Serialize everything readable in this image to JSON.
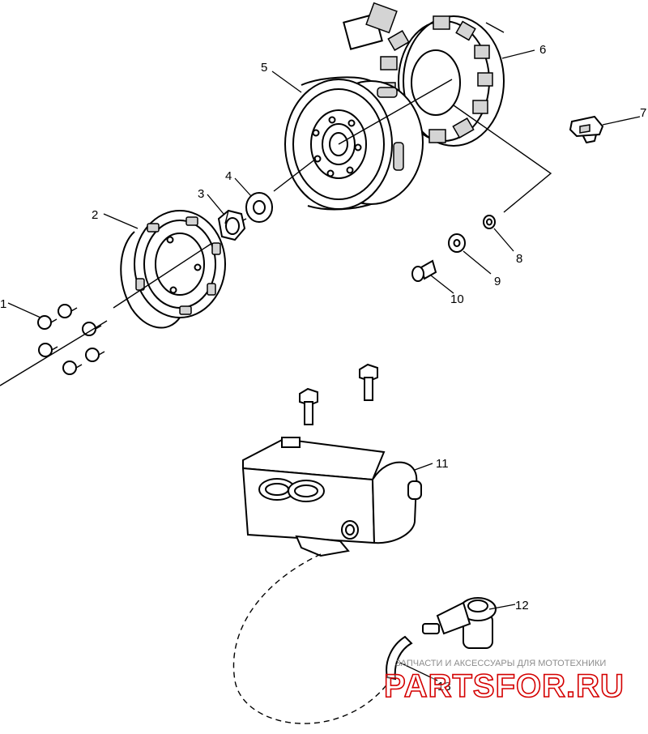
{
  "callouts": {
    "c1": "1",
    "c2": "2",
    "c3": "3",
    "c4": "4",
    "c5": "5",
    "c6": "6",
    "c7": "7",
    "c8": "8",
    "c9": "9",
    "c10": "10",
    "c11": "11",
    "c12": "12",
    "c13": "13"
  },
  "watermark": {
    "tagline": "ЗАПЧАСТИ И АКСЕССУАРЫ ДЛЯ МОТОТЕХНИКИ",
    "logo": "PARTSFOR.RU",
    "logo_color": "#d40000"
  }
}
